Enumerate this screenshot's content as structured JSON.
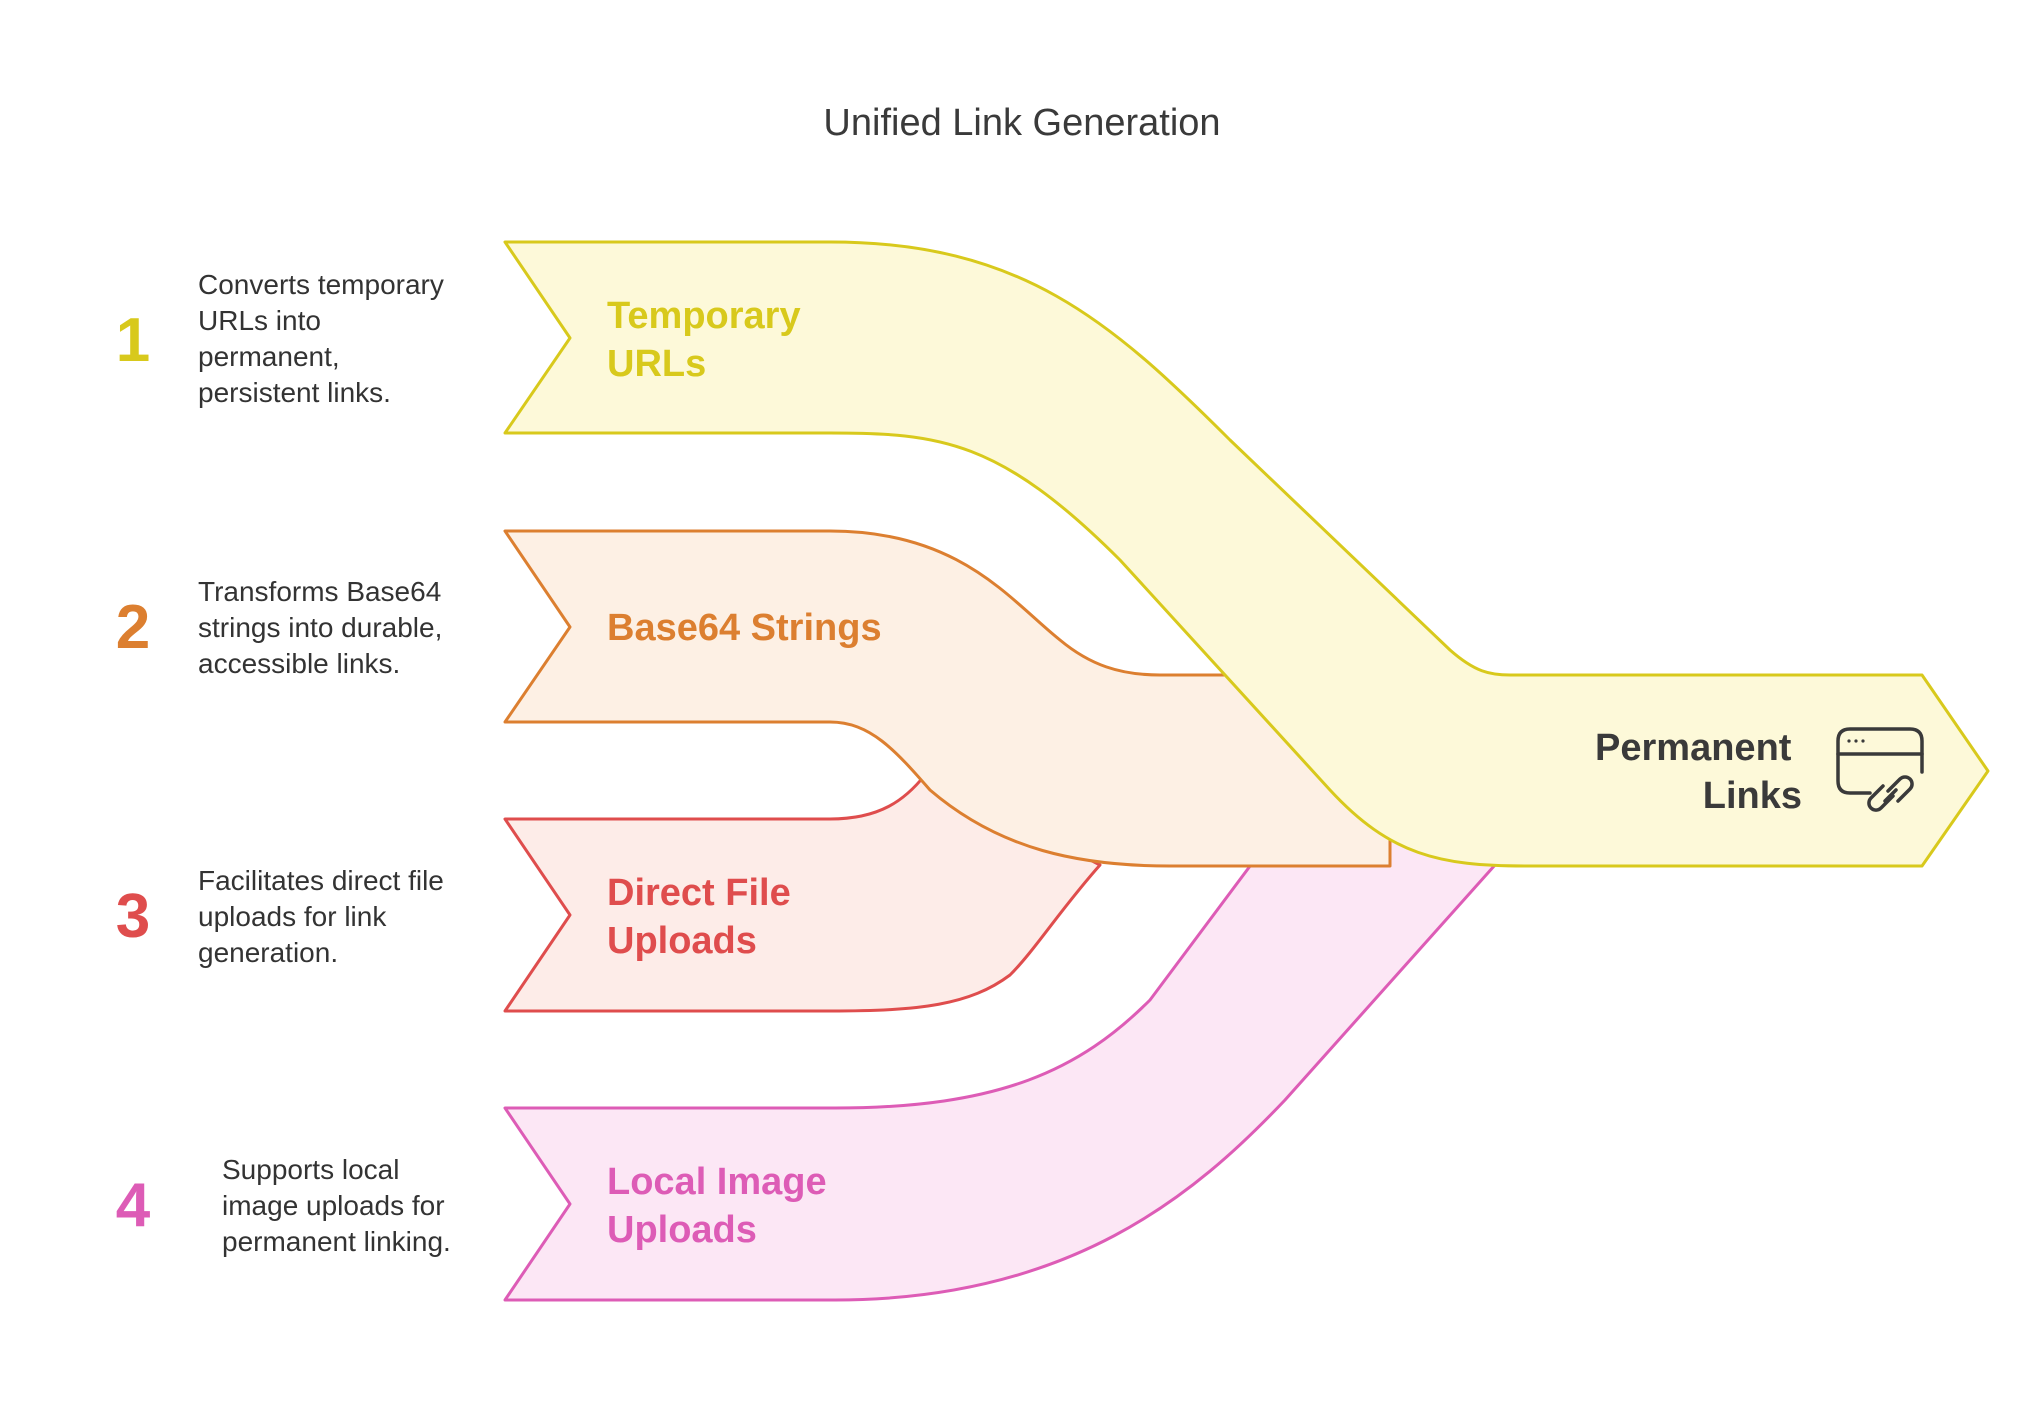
{
  "title": "Unified Link Generation",
  "colors": {
    "yellow_stroke": "#D8C91C",
    "yellow_fill": "#FDF9D9",
    "orange_stroke": "#DC7F30",
    "orange_fill": "#FDF0E4",
    "red_stroke": "#DF4D4D",
    "red_fill": "#FDECE8",
    "pink_stroke": "#DD5CB6",
    "pink_fill": "#FCE7F5",
    "text_dark": "#3a3a3a"
  },
  "steps": [
    {
      "number": "1",
      "desc_lines": [
        "Converts temporary",
        "URLs into",
        "permanent,",
        "persistent links."
      ],
      "label_lines": [
        "Temporary",
        "URLs"
      ]
    },
    {
      "number": "2",
      "desc_lines": [
        "Transforms Base64",
        "strings into durable,",
        "accessible links."
      ],
      "label_lines": [
        "Base64 Strings"
      ]
    },
    {
      "number": "3",
      "desc_lines": [
        "Facilitates direct file",
        "uploads for link",
        "generation."
      ],
      "label_lines": [
        "Direct File",
        "Uploads"
      ]
    },
    {
      "number": "4",
      "desc_lines": [
        "Supports local",
        "image uploads for",
        "permanent linking."
      ],
      "label_lines": [
        "Local Image",
        "Uploads"
      ]
    }
  ],
  "output": {
    "label_lines": [
      "Permanent",
      "Links"
    ],
    "icon": "browser-link-icon"
  }
}
